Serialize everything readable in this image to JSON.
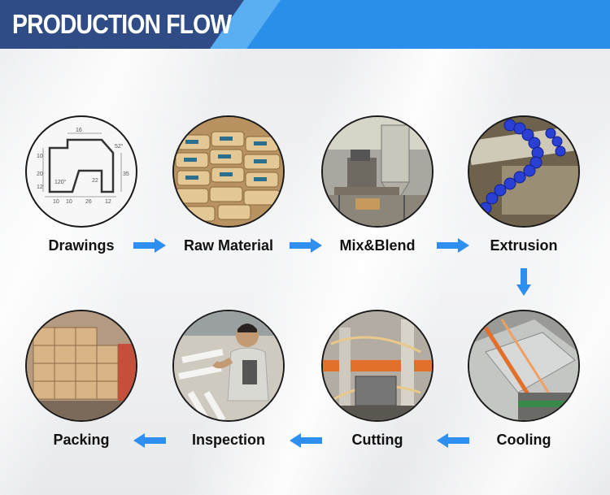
{
  "header": {
    "title": "PRODUCTION FLOW"
  },
  "colors": {
    "header_blue": "#2a8fe8",
    "title_navy": "#2f4c86",
    "arrow_blue": "#2f8ff0"
  },
  "steps": [
    {
      "label": "Drawings"
    },
    {
      "label": "Raw Material"
    },
    {
      "label": "Mix&Blend"
    },
    {
      "label": "Extrusion"
    },
    {
      "label": "Cooling"
    },
    {
      "label": "Cutting"
    },
    {
      "label": "Inspection"
    },
    {
      "label": "Packing"
    }
  ],
  "drawing": {
    "dims": [
      "16",
      "52°",
      "10",
      "20",
      "12",
      "120°",
      "22",
      "35",
      "10",
      "10",
      "26",
      "12"
    ]
  }
}
